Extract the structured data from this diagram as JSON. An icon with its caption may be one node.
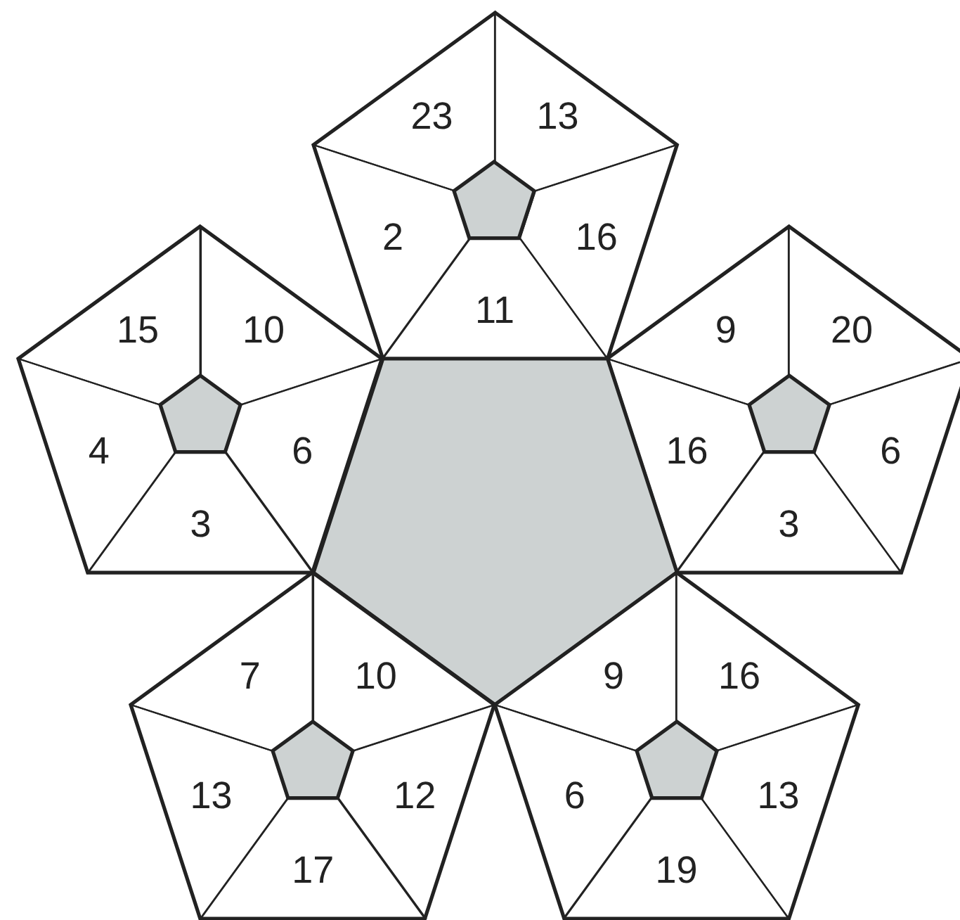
{
  "diagram": {
    "nodes": [
      {
        "text": [],
        "shape": "pentagon"
      },
      {
        "text": [],
        "shape": "pentagon",
        "in": 0
      },
      {
        "text": [
          "23"
        ],
        "in": 0
      },
      {
        "text": [
          "13"
        ],
        "in": 0
      },
      {
        "text": [
          "2"
        ],
        "in": 0
      },
      {
        "text": [
          "16"
        ],
        "in": 0
      },
      {
        "text": [
          "11"
        ],
        "in": 0
      },
      {
        "text": [],
        "shape": "pentagon"
      },
      {
        "text": [],
        "shape": "pentagon",
        "in": 7
      },
      {
        "text": [
          "15"
        ],
        "in": 7
      },
      {
        "text": [
          "10"
        ],
        "in": 7
      },
      {
        "text": [
          "4"
        ],
        "in": 7
      },
      {
        "text": [
          "6"
        ],
        "in": 7
      },
      {
        "text": [
          "3"
        ],
        "in": 7
      },
      {
        "text": [],
        "shape": "pentagon"
      },
      {
        "text": [],
        "shape": "pentagon",
        "in": 14
      },
      {
        "text": [
          "9"
        ],
        "in": 14
      },
      {
        "text": [
          "20"
        ],
        "in": 14
      },
      {
        "text": [
          "16"
        ],
        "in": 14
      },
      {
        "text": [
          "6"
        ],
        "in": 14
      },
      {
        "text": [
          "3"
        ],
        "in": 14
      },
      {
        "text": [],
        "shape": "pentagon"
      },
      {
        "text": [],
        "shape": "pentagon"
      },
      {
        "text": [],
        "shape": "pentagon",
        "in": 22
      },
      {
        "text": [
          "7"
        ],
        "in": 22
      },
      {
        "text": [
          "10"
        ],
        "in": 22
      },
      {
        "text": [
          "13"
        ],
        "in": 22
      },
      {
        "text": [
          "12"
        ],
        "in": 22
      },
      {
        "text": [
          "17"
        ],
        "in": 22
      },
      {
        "text": [],
        "shape": "pentagon"
      },
      {
        "text": [],
        "shape": "pentagon",
        "in": 29
      },
      {
        "text": [
          "9"
        ],
        "in": 29
      },
      {
        "text": [
          "16"
        ],
        "in": 29
      },
      {
        "text": [
          "6"
        ],
        "in": 29
      },
      {
        "text": [
          "13"
        ],
        "in": 29
      },
      {
        "text": [
          "19"
        ],
        "in": 29
      }
    ]
  }
}
